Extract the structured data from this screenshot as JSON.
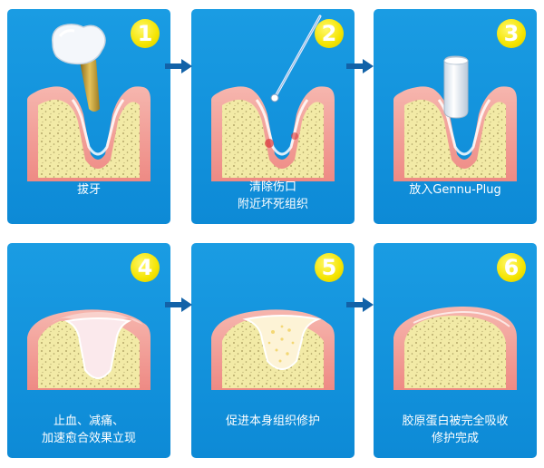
{
  "steps": [
    {
      "number": "1",
      "caption": "拔牙"
    },
    {
      "number": "2",
      "caption_line1": "清除伤口",
      "caption_line2": "附近坏死组织"
    },
    {
      "number": "3",
      "caption": "放入Gennu-Plug"
    },
    {
      "number": "4",
      "caption_line1": "止血、减痛、",
      "caption_line2": "加速愈合效果立现"
    },
    {
      "number": "5",
      "caption": "促进本身组织修护"
    },
    {
      "number": "6",
      "caption_line1": "胶原蛋白被完全吸收",
      "caption_line2": "修护完成"
    }
  ],
  "colors": {
    "panel": "#1496df",
    "gum": "#f4a09a",
    "bone": "#f2eaa6",
    "badge": "#f4e400",
    "arrow": "#1262a8"
  },
  "icons": [
    "tooth-icon",
    "probe-icon",
    "plug-icon",
    "arrow-right-icon"
  ]
}
